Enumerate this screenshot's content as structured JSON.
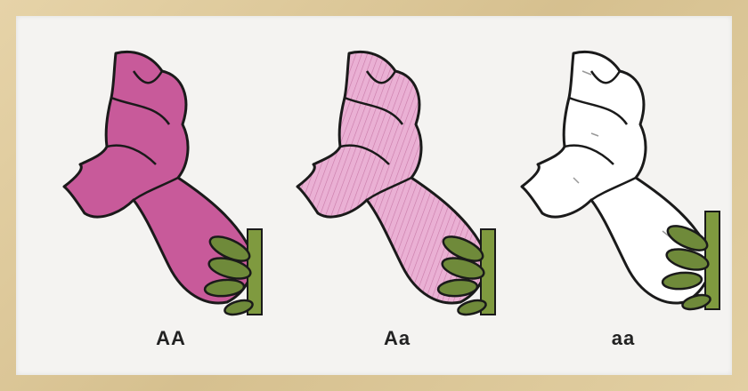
{
  "figure": {
    "labels": [
      "AA",
      "Aa",
      "aa"
    ],
    "colors": {
      "dominant_fill": "#c85a9a",
      "heterozygous_fill": "#e7a8d0",
      "recessive_fill": "#ffffff",
      "outline": "#1a1a1a",
      "sepal": "#6f8a3a",
      "stem": "#7f9a3f",
      "background": "#f4f3f1",
      "frame": "#dcc697"
    }
  }
}
